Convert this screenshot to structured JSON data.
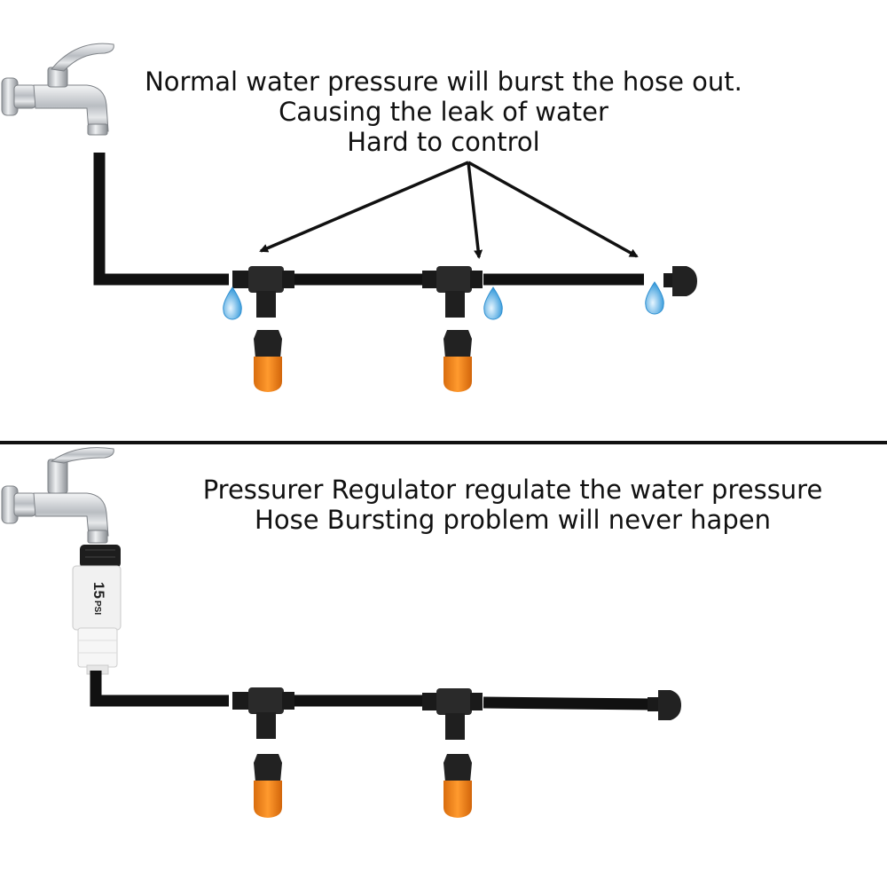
{
  "top_panel": {
    "caption_lines": [
      "Normal water pressure will burst the hose out.",
      "Causing the leak of water",
      "Hard to control"
    ]
  },
  "bottom_panel": {
    "caption_lines": [
      "Pressurer Regulator regulate the water pressure",
      "Hose Bursting problem will never hapen"
    ],
    "regulator": {
      "value": "15",
      "unit": "PSI"
    }
  },
  "colors": {
    "hose": "#111111",
    "nozzle_orange": "#f28b1c",
    "water_drop": "#5fb3e6",
    "faucet_chrome": "#c9ccd0"
  }
}
